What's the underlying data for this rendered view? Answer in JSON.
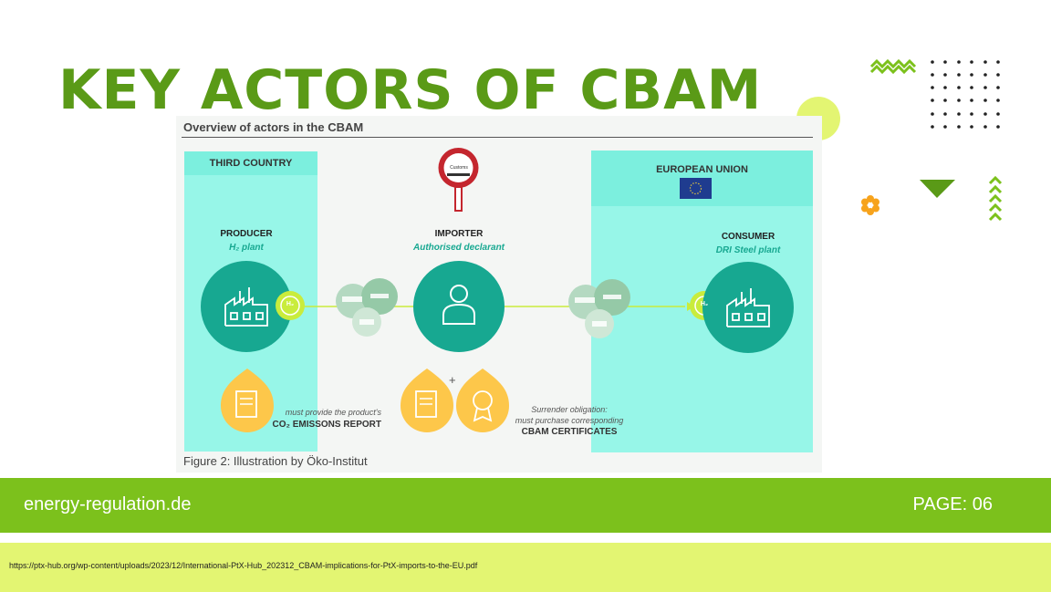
{
  "slide": {
    "title": "KEY ACTORS OF CBAM",
    "site": "energy-regulation.de",
    "page": "PAGE: 06",
    "source_url": "https://ptx-hub.org/wp-content/uploads/2023/12/International-PtX-Hub_202312_CBAM-implications-for-PtX-imports-to-the-EU.pdf"
  },
  "figure": {
    "title": "Overview of actors in the CBAM",
    "caption": "Figure 2: Illustration by Öko-Institut",
    "regions": {
      "left": "THIRD COUNTRY",
      "right": "EUROPEAN UNION"
    },
    "customs_sign": "Customs",
    "h2_badge": "H₂",
    "actors": {
      "producer": {
        "name": "PRODUCER",
        "sub": "H₂ plant"
      },
      "importer": {
        "name": "IMPORTER",
        "sub": "Authorised declarant"
      },
      "consumer": {
        "name": "CONSUMER",
        "sub": "DRI Steel plant"
      }
    },
    "plus": "+",
    "notes": {
      "report_line1": "must provide the product's",
      "report_line2": "CO₂ EMISSONS REPORT",
      "surrender_line1": "Surrender obligation:",
      "surrender_line2": "must purchase corresponding",
      "surrender_line3": "CBAM CERTIFICATES"
    }
  },
  "colors": {
    "title_green": "#5a9a17",
    "footer_green": "#7cc11c",
    "bottom_lime": "#e3f572",
    "teal": "#17a891",
    "aqua": "#97f6e8",
    "yellow": "#fdc74a",
    "lime_badge": "#c9ec3c",
    "customs_red": "#c4262e",
    "eu_blue": "#1f3c8f"
  }
}
